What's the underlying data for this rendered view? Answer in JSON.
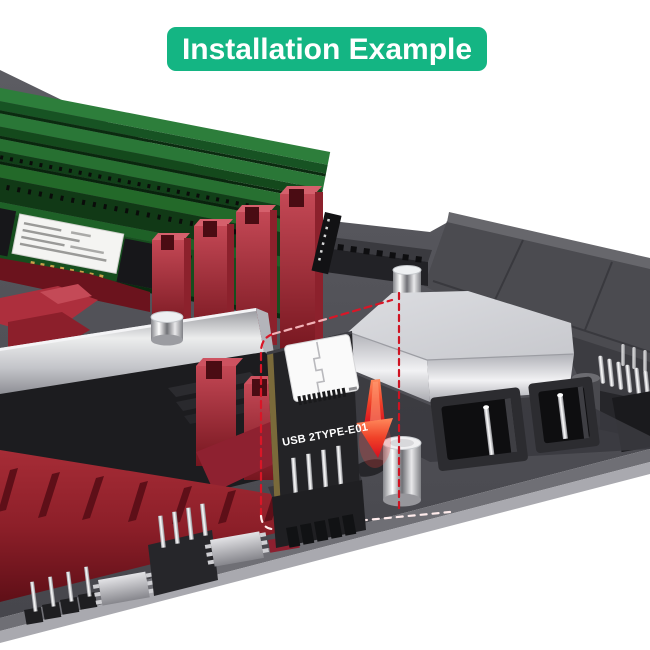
{
  "banner": {
    "label": "Installation Example"
  },
  "product": {
    "label": "USB 2TYPE-E01"
  },
  "icons": {
    "install_arrow": "arrow-down-icon",
    "guide_box": "dashed-target-outline"
  },
  "colors": {
    "banner_green": "#14b583",
    "banner_text": "#ffffff",
    "guide_red": "#d91627",
    "guide_red_light": "#f2b3b8",
    "guide_white": "#ffecec",
    "arrow_red": "#e23018",
    "ram_green": "#267a33",
    "clip_red": "#b02c3a",
    "board_gray": "#515157",
    "heatsink_silver": "#d4d5d9",
    "pcb_black": "#232326",
    "background": "#ffffff"
  }
}
